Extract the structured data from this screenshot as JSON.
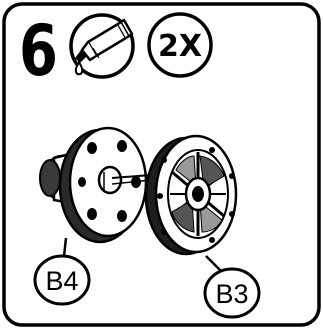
{
  "step": {
    "number": "6",
    "tool_icon": "glue-tube-icon",
    "quantity": "2X"
  },
  "parts": [
    {
      "label": "B4",
      "description_icon": "round-hub-flange-icon"
    },
    {
      "label": "B3",
      "description_icon": "slotted-disc-plate-icon"
    }
  ],
  "colors": {
    "ink": "#000000",
    "paper": "#ffffff"
  }
}
